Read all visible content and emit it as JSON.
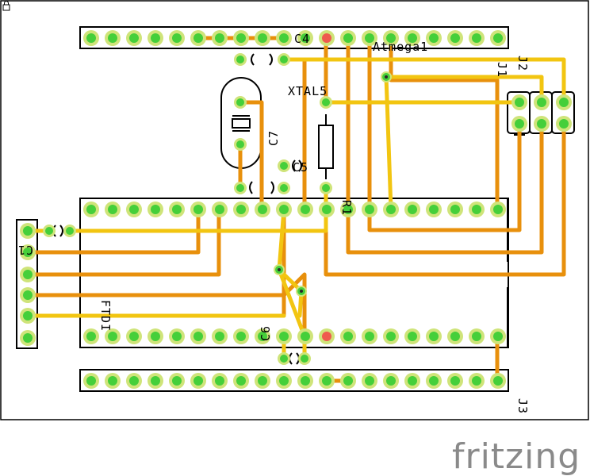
{
  "labels": {
    "c4": "C4",
    "atmega": "Atmega1",
    "j2": "J2",
    "j1": "J1",
    "xtal": "XTAL5",
    "c7": "C7",
    "c5": "C5",
    "r1": "R1",
    "c1": "C1",
    "ftdi": "FTDI",
    "c6": "C6",
    "j3": "J3"
  },
  "brand": "fritzing",
  "colors": {
    "top_trace": "#f2c511",
    "bottom_trace": "#e8900c",
    "pad_ring": "#cfe47a",
    "pad_center": "#45cf3a",
    "pad_red": "#ef5a4e",
    "outline": "#000000",
    "brand": "#8a8a8a"
  }
}
